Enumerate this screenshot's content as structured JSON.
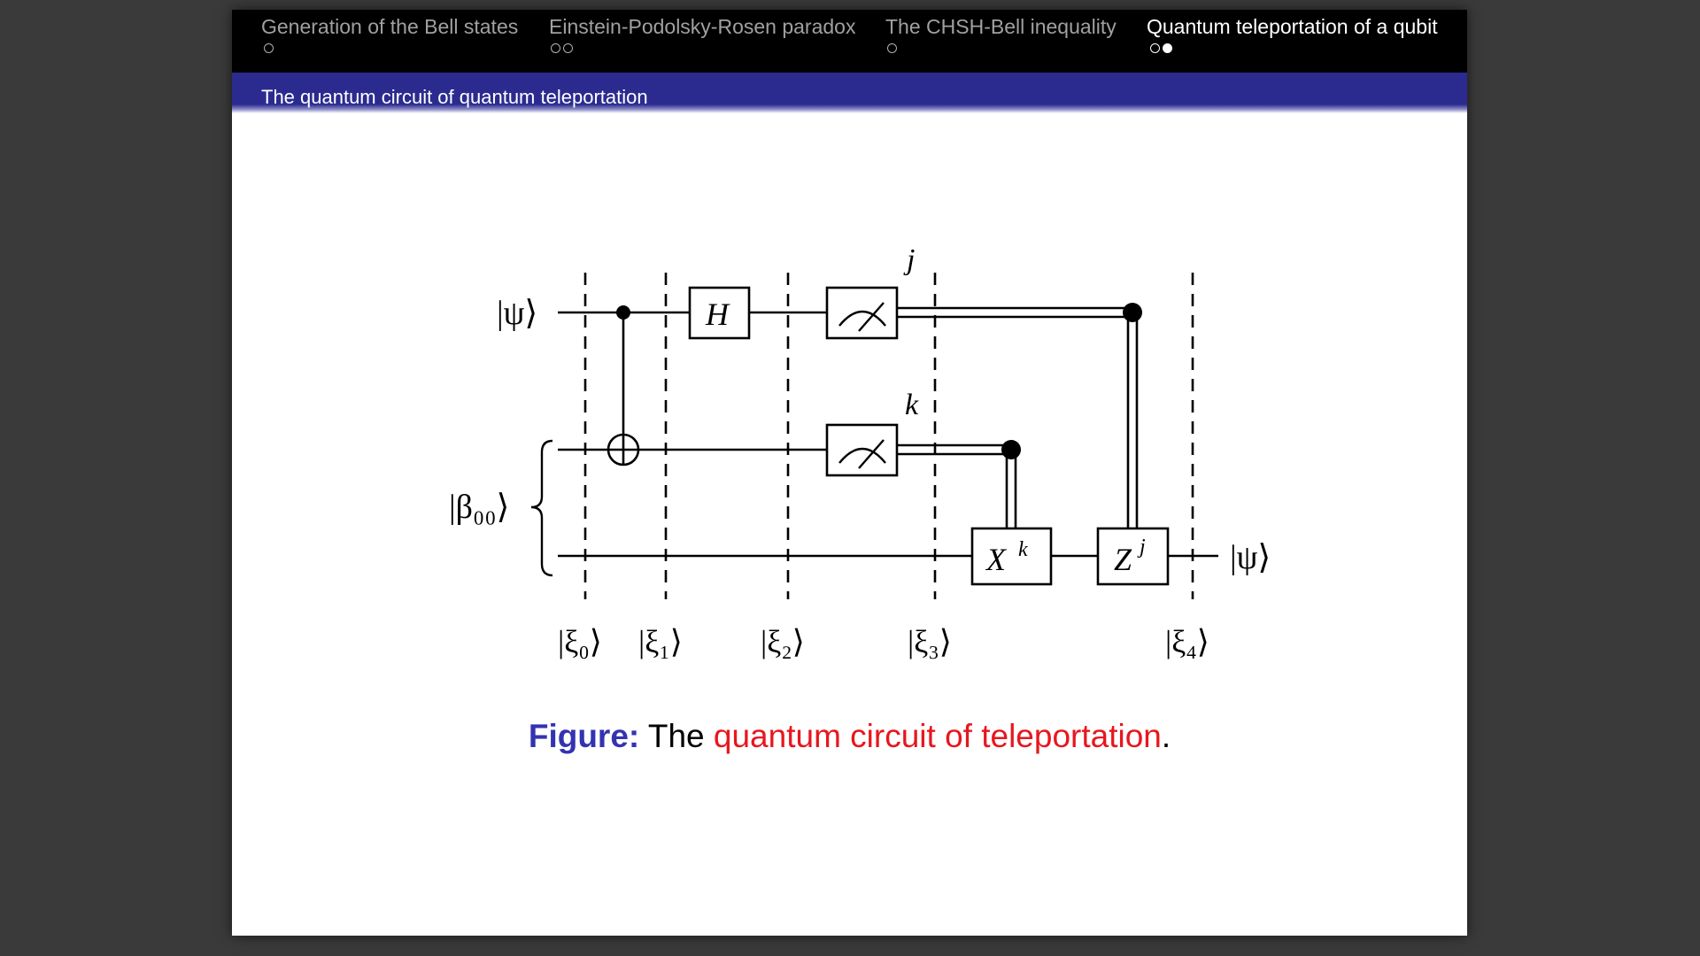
{
  "nav": {
    "sections": [
      {
        "title": "Generation of the Bell states",
        "dots": 1,
        "filled": 0,
        "active": false
      },
      {
        "title": "Einstein-Podolsky-Rosen paradox",
        "dots": 2,
        "filled": 0,
        "active": false
      },
      {
        "title": "The CHSH-Bell inequality",
        "dots": 1,
        "filled": 0,
        "active": false
      },
      {
        "title": "Quantum teleportation of a qubit",
        "dots": 2,
        "filled": 1,
        "active": true
      }
    ]
  },
  "frame_title": "The quantum circuit of quantum teleportation",
  "circuit": {
    "input_top": "|ψ⟩",
    "input_pair": "|β₀₀⟩",
    "output": "|ψ⟩",
    "gate_h": "H",
    "gate_x": "X",
    "gate_x_sup": "k",
    "gate_z": "Z",
    "gate_z_sup": "j",
    "meas_j_label": "j",
    "meas_k_label": "k",
    "slices": [
      "|ξ₀⟩",
      "|ξ₁⟩",
      "|ξ₂⟩",
      "|ξ₃⟩",
      "|ξ₄⟩"
    ]
  },
  "caption": {
    "label": "Figure:",
    "text_black": "The",
    "text_red": "quantum circuit of teleportation",
    "period": "."
  }
}
